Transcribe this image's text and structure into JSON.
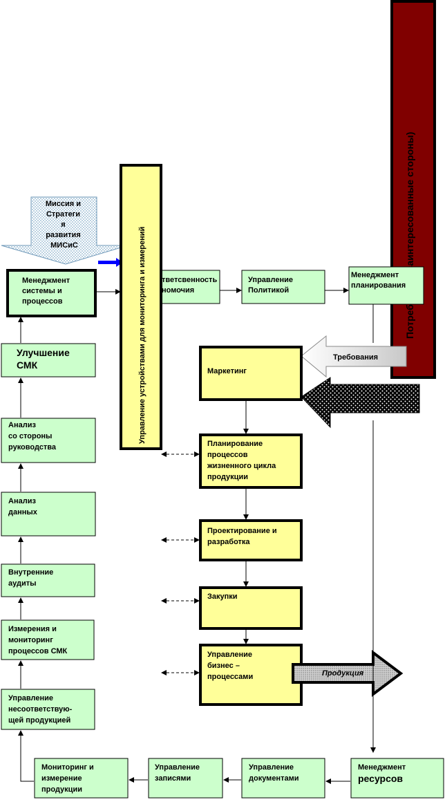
{
  "colors": {
    "green_box": "#ccffcc",
    "yellow_box": "#ffff99",
    "stakeholders_bar": "#800000",
    "mission_arrow": "#b8dcf0",
    "line": "#000000",
    "blue_arrow": "#0000ff"
  },
  "diagram": {
    "stakeholders": "Потребности (заинтересованные стороны)",
    "monitoring_bar": "Управление устройствами для мониторинга и измерений",
    "mission": [
      "Миссия и",
      "Стратеги",
      "я",
      "развития",
      "МИСиС"
    ],
    "management_system": [
      "Менеджмент",
      "системы и",
      "процессов"
    ],
    "improvement": [
      "Улучшение",
      "СМК"
    ],
    "mgmt_review": [
      "Анализ",
      "со стороны",
      "руководства"
    ],
    "data_analysis": [
      "Анализ",
      "данных"
    ],
    "internal_audits": [
      "Внутренние",
      "аудиты"
    ],
    "qms_monitoring": [
      "Измерения и",
      "мониторинг",
      "процессов СМК"
    ],
    "nonconforming": [
      "Управление",
      "несоответствую-",
      "щей продукцией"
    ],
    "product_monitoring": [
      "Мониторинг и",
      "измерение",
      "продукции"
    ],
    "records": [
      "Управление",
      "записями"
    ],
    "documents": [
      "Управление",
      "документами"
    ],
    "resources": [
      "Менеджмент",
      "ресурсов"
    ],
    "responsibility": [
      "тветсвенность",
      "номочия"
    ],
    "policy": [
      "Управление",
      "Политикой"
    ],
    "planning": [
      "Менеджмент",
      "планирования"
    ],
    "marketing": "Маркетинг",
    "lifecycle": [
      "Планирование",
      "процессов",
      "жизненного цикла",
      "продукции"
    ],
    "design": [
      "Проектирование и",
      "разработка"
    ],
    "purchasing": "Закупки",
    "business": [
      "Управление",
      "бизнес –",
      "процессами"
    ],
    "requirements": "Требования",
    "product": "Продукция"
  }
}
